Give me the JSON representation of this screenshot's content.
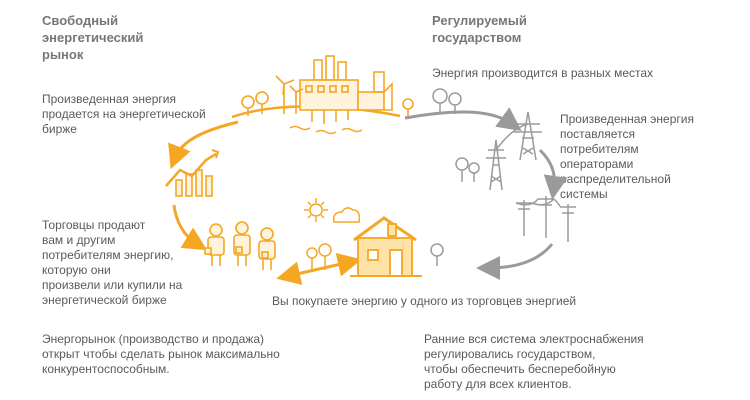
{
  "left": {
    "heading": "Свободный\nэнергетический\nрынок",
    "para1": "Произведенная энергия\nпродается на энергетической\nбирже",
    "para2": "Торговцы продают\nвам и другим\nпотребителям энергию,\nкоторую они\nпроизвели или купили на\nэнергетической бирже",
    "para3": "Энергорынок (производство и продажа)\nоткрыт чтобы сделать рынок максимально\nконкурентоспособным."
  },
  "right": {
    "heading": "Регулируемый\nгосударством",
    "para1": "Энергия производится в разных местах",
    "para2": "Произведенная энергия\nпоставляется\nпотребителям\nоператорами\nраспределительной\nсистемы",
    "para3": "Ранние вся система электроснабжения\nрегулировались государством,\nчтобы обеспечить бесперебойную\nработу для всех клиентов."
  },
  "bottom": {
    "caption": "Вы покупаете энергию у одного из торговцев энергией"
  },
  "colors": {
    "orange": "#f5a623",
    "grey": "#9a9a9a",
    "text": "#5a5a5a"
  },
  "icons": [
    "power-plant-icon",
    "chart-icon",
    "traders-icon",
    "sun-icon",
    "cloud-icon",
    "house-icon",
    "transmission-tower-icon",
    "power-pole-icon",
    "tree-icon"
  ]
}
